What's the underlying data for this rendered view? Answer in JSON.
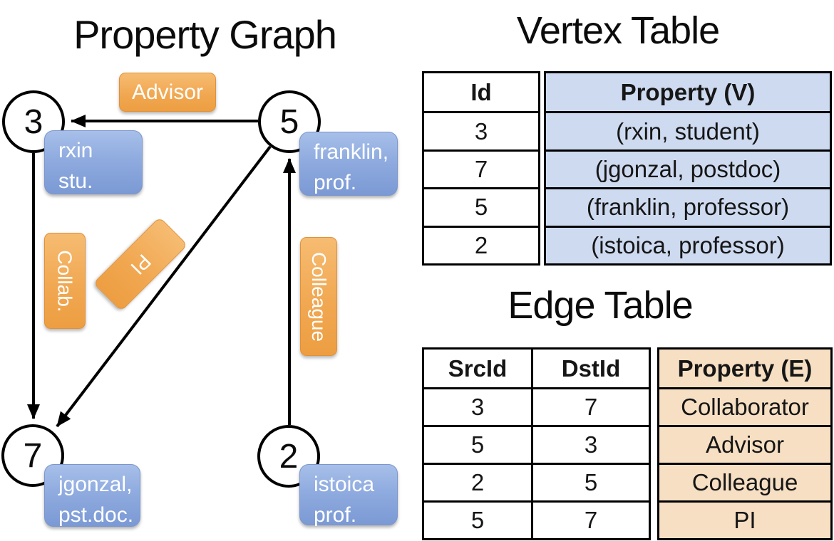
{
  "graph": {
    "title": "Property Graph",
    "vertices": [
      {
        "id": "3",
        "label_lines": [
          "rxin",
          "stu."
        ]
      },
      {
        "id": "5",
        "label_lines": [
          "franklin,",
          "prof."
        ]
      },
      {
        "id": "7",
        "label_lines": [
          "jgonzal,",
          "pst.doc."
        ]
      },
      {
        "id": "2",
        "label_lines": [
          "istoica",
          "prof."
        ]
      }
    ],
    "edge_labels": {
      "advisor": "Advisor",
      "collab": "Collab.",
      "pi": "PI",
      "colleague": "Colleague"
    }
  },
  "vertex_table": {
    "title": "Vertex Table",
    "columns": [
      "Id",
      "Property (V)"
    ],
    "rows": [
      [
        "3",
        "(rxin, student)"
      ],
      [
        "7",
        "(jgonzal, postdoc)"
      ],
      [
        "5",
        "(franklin, professor)"
      ],
      [
        "2",
        "(istoica, professor)"
      ]
    ]
  },
  "edge_table": {
    "title": "Edge Table",
    "columns": [
      "SrcId",
      "DstId",
      "Property (E)"
    ],
    "rows": [
      [
        "3",
        "7",
        "Collaborator"
      ],
      [
        "5",
        "3",
        "Advisor"
      ],
      [
        "2",
        "5",
        "Colleague"
      ],
      [
        "5",
        "7",
        "PI"
      ]
    ]
  },
  "colors": {
    "edge_label_orange": "#F1A852",
    "edge_label_orange_light": "#F6BC72",
    "vertex_label_blue": "#8FABDF",
    "vertex_label_blue_light": "#A7BFE9",
    "vertex_table_fill": "#CEDAF0",
    "edge_table_fill": "#F7DFC3",
    "line_black": "#000000",
    "text_white": "#FFFFFF"
  }
}
